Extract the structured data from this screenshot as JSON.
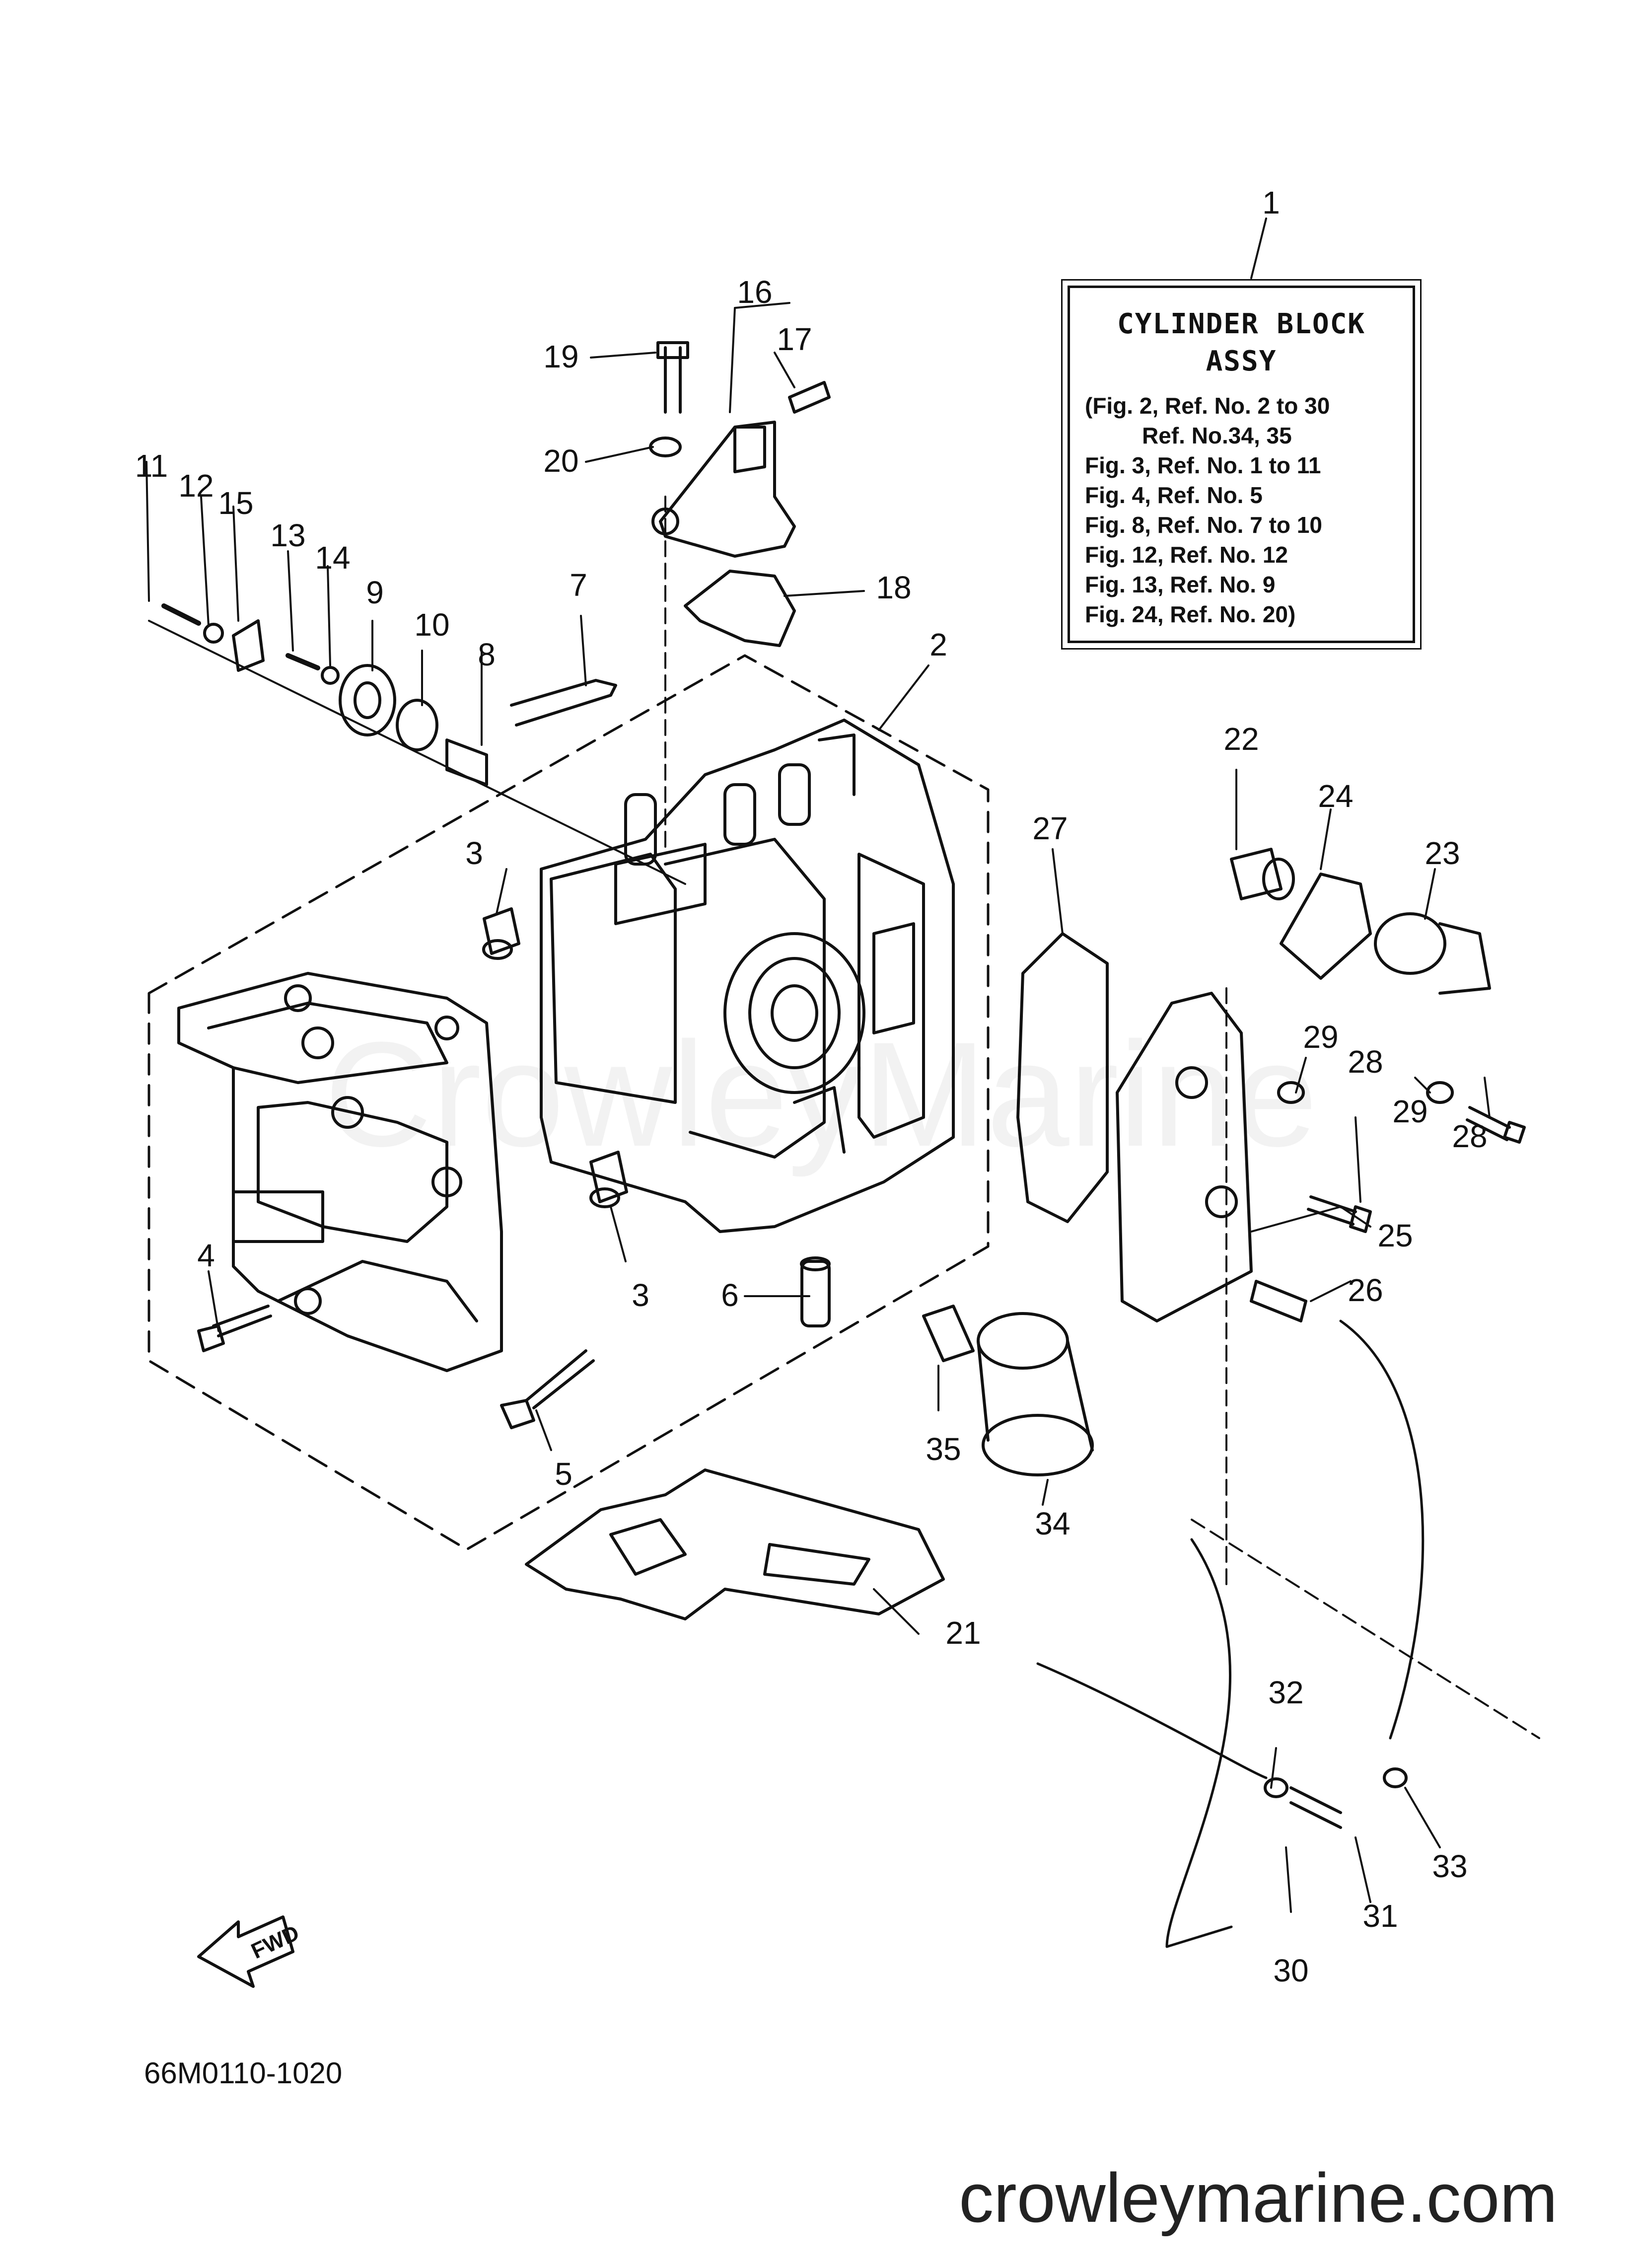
{
  "legend": {
    "callout": "1",
    "title_line1": "CYLINDER BLOCK",
    "title_line2": "ASSY",
    "lines": [
      "(Fig. 2, Ref. No. 2 to 30",
      "         Ref. No.34, 35",
      "Fig. 3, Ref. No. 1 to 11",
      "Fig. 4, Ref. No. 5",
      "Fig. 8, Ref. No. 7 to 10",
      "Fig. 12, Ref. No. 12",
      "Fig. 13, Ref. No. 9",
      "Fig. 24, Ref. No. 20)"
    ]
  },
  "callouts": [
    "2",
    "3",
    "3",
    "4",
    "5",
    "6",
    "7",
    "8",
    "9",
    "10",
    "11",
    "12",
    "13",
    "14",
    "15",
    "16",
    "17",
    "18",
    "19",
    "20",
    "21",
    "22",
    "23",
    "24",
    "25",
    "26",
    "27",
    "28",
    "28",
    "29",
    "29",
    "30",
    "31",
    "32",
    "33",
    "34",
    "35"
  ],
  "fwd_label": "FWD",
  "diagram_code": "66M0110-1020",
  "watermark": "CrowleyMarine",
  "footer_url": "crowleymarine.com"
}
